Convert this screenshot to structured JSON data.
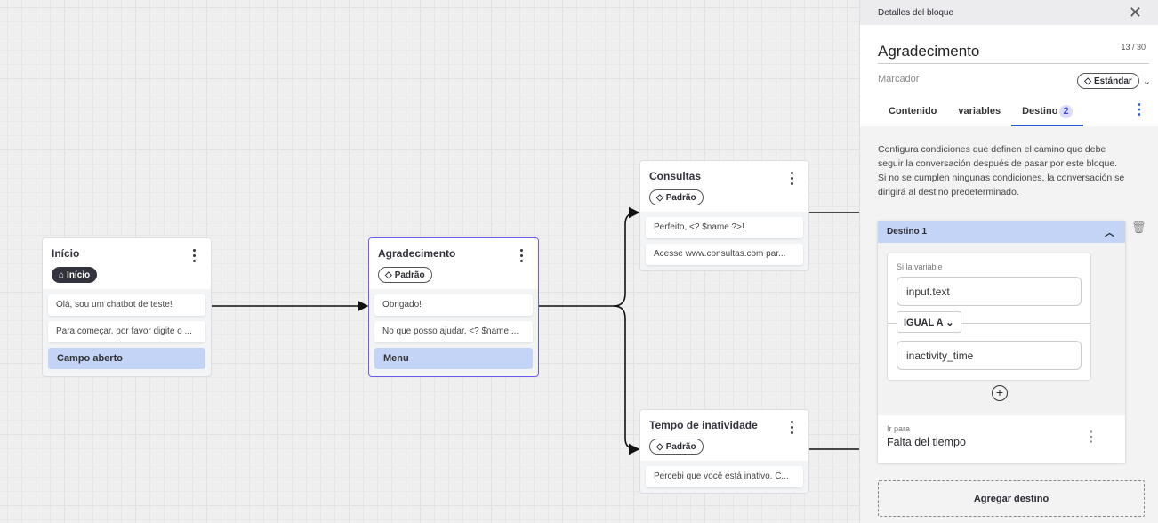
{
  "nodes": [
    {
      "title": "Início",
      "tag": "Início",
      "messages": [
        "Olá, sou um chatbot de teste!",
        "Para começar, por favor digite o ..."
      ],
      "menu": "Campo aberto"
    },
    {
      "title": "Agradecimento",
      "tag": "Padrão",
      "messages": [
        "Obrigado!",
        "No que posso ajudar, <? $name ..."
      ],
      "menu": "Menu"
    },
    {
      "title": "Consultas",
      "tag": "Padrão",
      "messages": [
        "Perfeito, <? $name ?>!",
        "Acesse www.consultas.com par..."
      ]
    },
    {
      "title": "Tempo de inatividade",
      "tag": "Padrão",
      "messages": [
        "Percebi que você está inativo. C..."
      ]
    }
  ],
  "panel": {
    "header": "Detalles del bloque",
    "name": "Agradecimento",
    "count": "13 / 30",
    "marker_label": "Marcador",
    "marker_value": "Estándar",
    "tabs": [
      {
        "label": "Contenido"
      },
      {
        "label": "variables"
      },
      {
        "label": "Destino",
        "badge": "2"
      }
    ],
    "description": "Configura condiciones que definen el camino que debe seguir la conversación después de pasar por este bloque. Si no se cumplen ningunas condiciones, la conversación se dirigirá al destino predeterminado.",
    "destination": {
      "title": "Destino 1",
      "if_label": "Si la variable",
      "variable": "input.text",
      "operator": "IGUAL A",
      "value": "inactivity_time",
      "goto_label": "Ir para",
      "goto_value": "Falta del tiempo"
    },
    "add_label": "Agregar destino"
  },
  "colors": {
    "accent": "#2a5bd7",
    "selected_border": "#6b5cf0",
    "menu_bg": "#c3d4f7"
  }
}
